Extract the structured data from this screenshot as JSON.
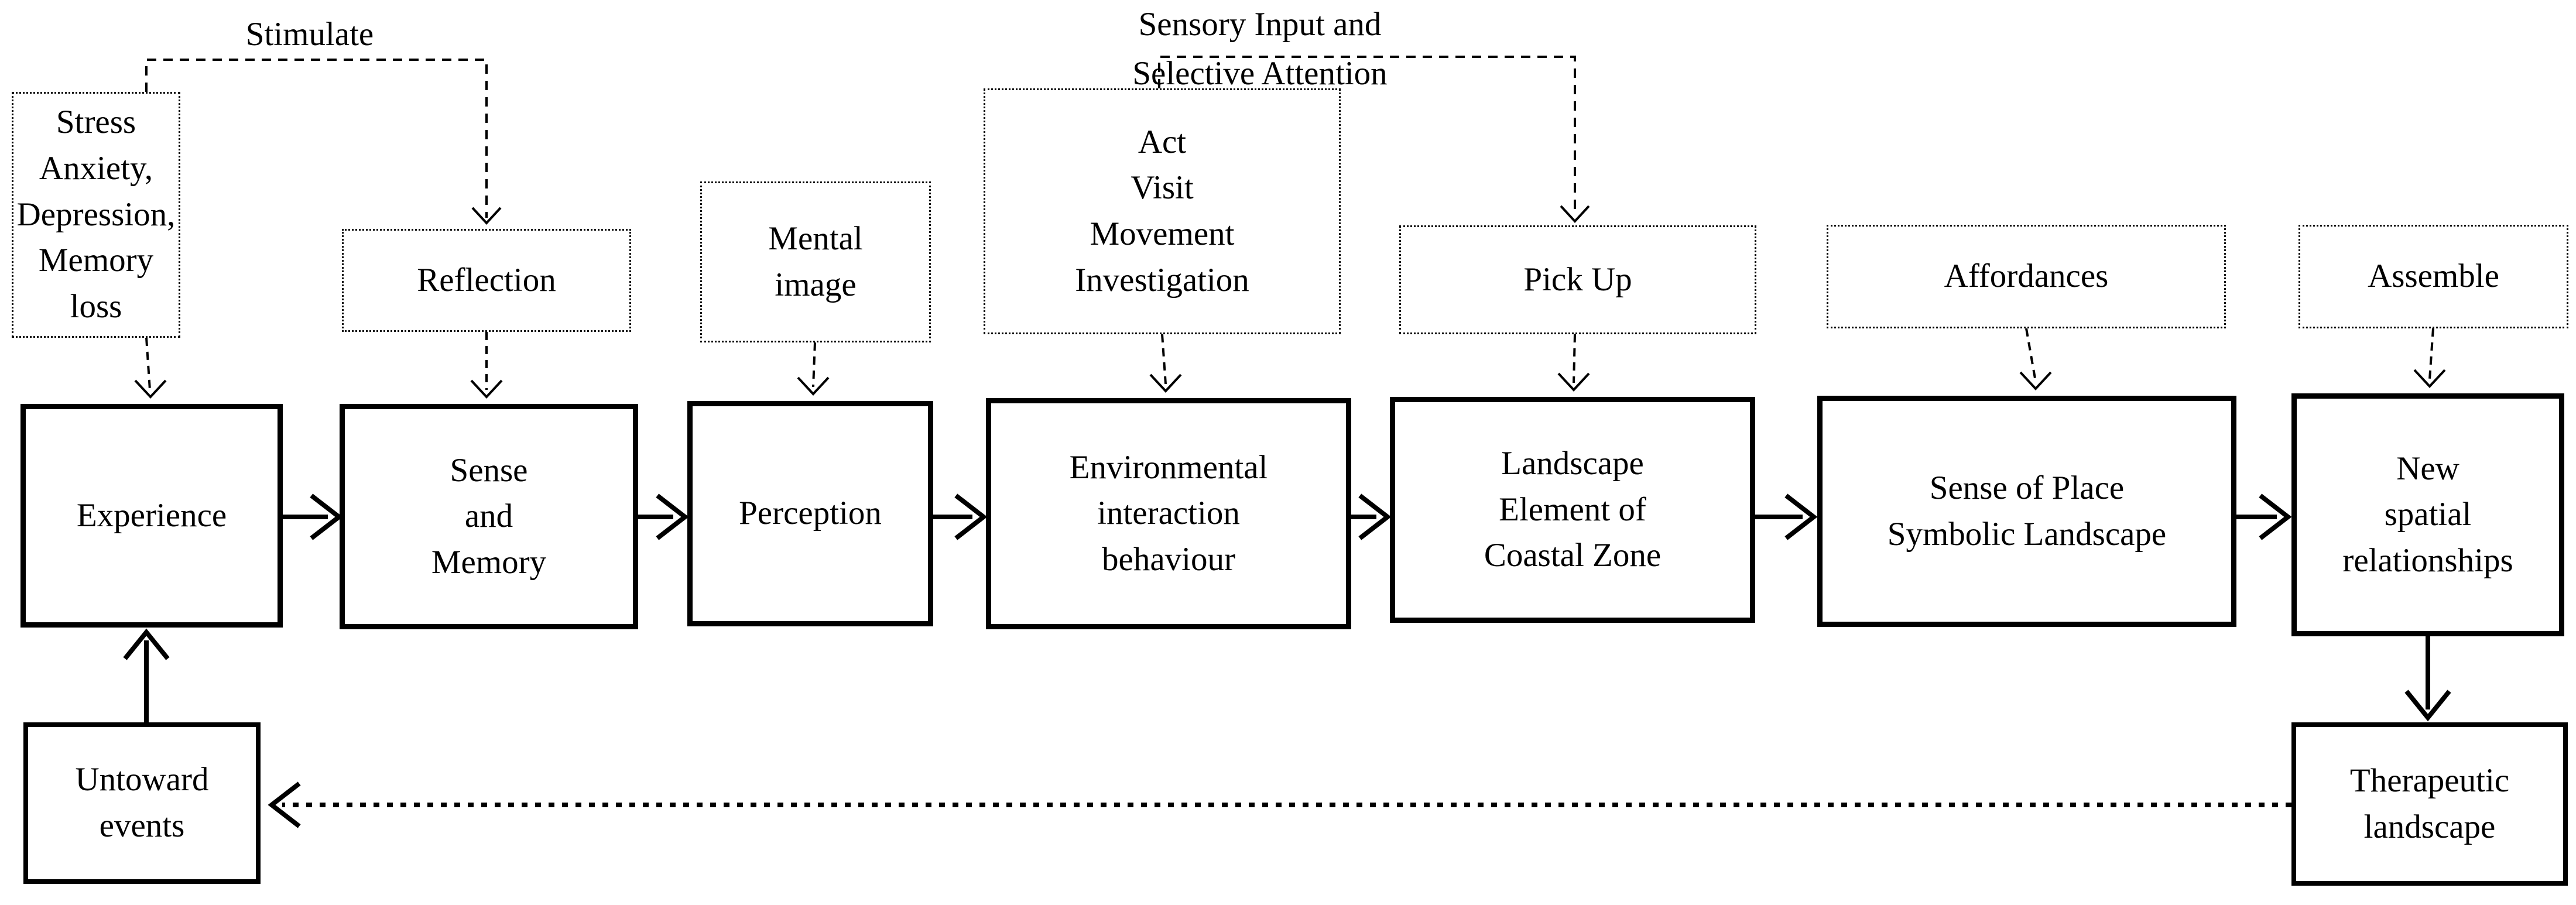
{
  "colors": {
    "ink": "#000000",
    "background": "#ffffff"
  },
  "diagram": {
    "top_labels": {
      "stimulate": "Stimulate",
      "sensory": "Sensory Input and\nSelective Attention"
    },
    "dotted_boxes": {
      "stress": "Stress\nAnxiety,\nDepression,\nMemory loss",
      "reflection": "Reflection",
      "mental_image": "Mental\nimage",
      "act": "Act\nVisit\nMovement\nInvestigation",
      "pick_up": "Pick Up",
      "affordances": "Affordances",
      "assemble": "Assemble"
    },
    "main_boxes": {
      "experience": "Experience",
      "sense_memory": "Sense\nand\nMemory",
      "perception": "Perception",
      "environmental": "Environmental\ninteraction\nbehaviour",
      "landscape": "Landscape\nElement of\nCoastal Zone",
      "sense_of_place": "Sense of Place\nSymbolic Landscape",
      "new_spatial": "New\nspatial\nrelationships"
    },
    "bottom_boxes": {
      "untoward": "Untoward\nevents",
      "therapeutic": "Therapeutic\nlandscape"
    }
  }
}
